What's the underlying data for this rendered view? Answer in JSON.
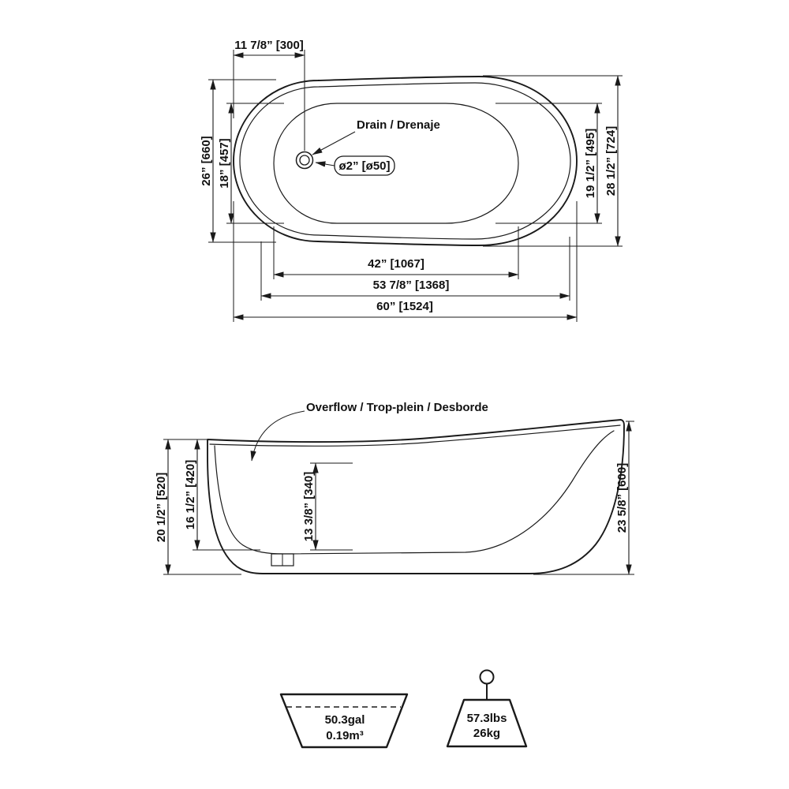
{
  "colors": {
    "line": "#1a1a1a",
    "background": "#ffffff"
  },
  "top_view": {
    "dim_drain_offset": "11 7/8” [300]",
    "dim_width_left": "26” [660]",
    "dim_inner_width_left": "18” [457]",
    "drain_label": "Drain / Drenaje",
    "drain_diameter": "ø2” [ø50]",
    "dim_inner_width_right": "19 1/2” [495]",
    "dim_width_right": "28 1/2” [724]",
    "dim_basin_length": "42” [1067]",
    "dim_rim_length": "53 7/8” [1368]",
    "dim_overall_length": "60” [1524]"
  },
  "side_view": {
    "overflow_label": "Overflow / Trop-plein / Desborde",
    "dim_height_left": "20 1/2” [520]",
    "dim_rim_to_floor": "16 1/2” [420]",
    "dim_inner_depth": "13 3/8” [340]",
    "dim_height_right": "23 5/8” [600]"
  },
  "capacity": {
    "volume_gallons": "50.3gal",
    "volume_cubic_meters": "0.19m³",
    "weight_pounds": "57.3lbs",
    "weight_kilograms": "26kg"
  }
}
